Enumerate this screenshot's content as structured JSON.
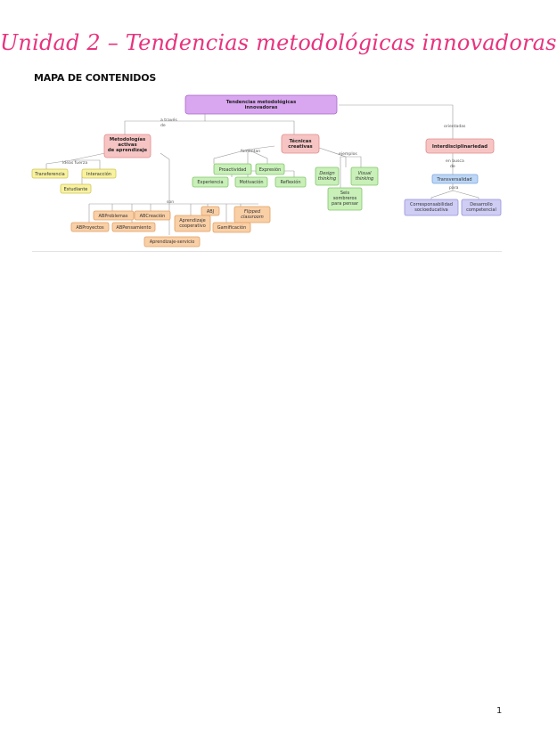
{
  "document": {
    "title": "Unidad 2 – Tendencias metodológicas innovadoras",
    "section_heading": "MAPA DE CONTENIDOS",
    "page_number": "1"
  },
  "concept_map": {
    "nodes": {
      "main": [
        "Tendencias metodológicas",
        "innovadoras"
      ],
      "metodologias": [
        "Metodologías",
        "activas",
        "de aprendizaje"
      ],
      "tecnicas": [
        "Técnicas",
        "creativas"
      ],
      "interdisciplinariedad": [
        "Interdisciplinariedad"
      ],
      "transferencia": [
        "Transferencia"
      ],
      "interaccion": [
        "Interacción"
      ],
      "estudiante": [
        "Estudiante"
      ],
      "proactividad": [
        "Proactividad"
      ],
      "expresion": [
        "Expresión"
      ],
      "experiencia": [
        "Experiencia"
      ],
      "motivacion": [
        "Motivación"
      ],
      "reflexion": [
        "Reflexión"
      ],
      "design_thinking": [
        "Design",
        "thinking"
      ],
      "visual_thinking": [
        "Visual",
        "thinking"
      ],
      "seis_sombreros": [
        "Seis",
        "sombreros",
        "para pensar"
      ],
      "transversalidad": [
        "Transversalidad"
      ],
      "corresponsabilidad": [
        "Corresponsabilidad",
        "socioeducativa"
      ],
      "desarrollo": [
        "Desarrollo",
        "competencial"
      ],
      "abproblemas": [
        "ABProblemas"
      ],
      "abcreacion": [
        "ABCreación"
      ],
      "abj": [
        "ABJ"
      ],
      "flipped": [
        "Flipped",
        "classroom"
      ],
      "abproyectos": [
        "ABProyectos"
      ],
      "abpensamiento": [
        "ABPensamiento"
      ],
      "cooperativo": [
        "Aprendizaje",
        "cooperativo"
      ],
      "gamificacion": [
        "Gamificación"
      ],
      "servicio": [
        "Aprendizaje-servicio"
      ]
    },
    "links": {
      "a_traves_de": [
        "a través",
        "de"
      ],
      "orientadas": [
        "orientadas"
      ],
      "ideas_fuerza": [
        "ideas fuerza"
      ],
      "fomentan": [
        "fomentan"
      ],
      "ejemplos": [
        "ejemplos"
      ],
      "en_busca_de": [
        "en busca",
        "de"
      ],
      "para": [
        "para"
      ],
      "son": [
        "son"
      ]
    }
  }
}
